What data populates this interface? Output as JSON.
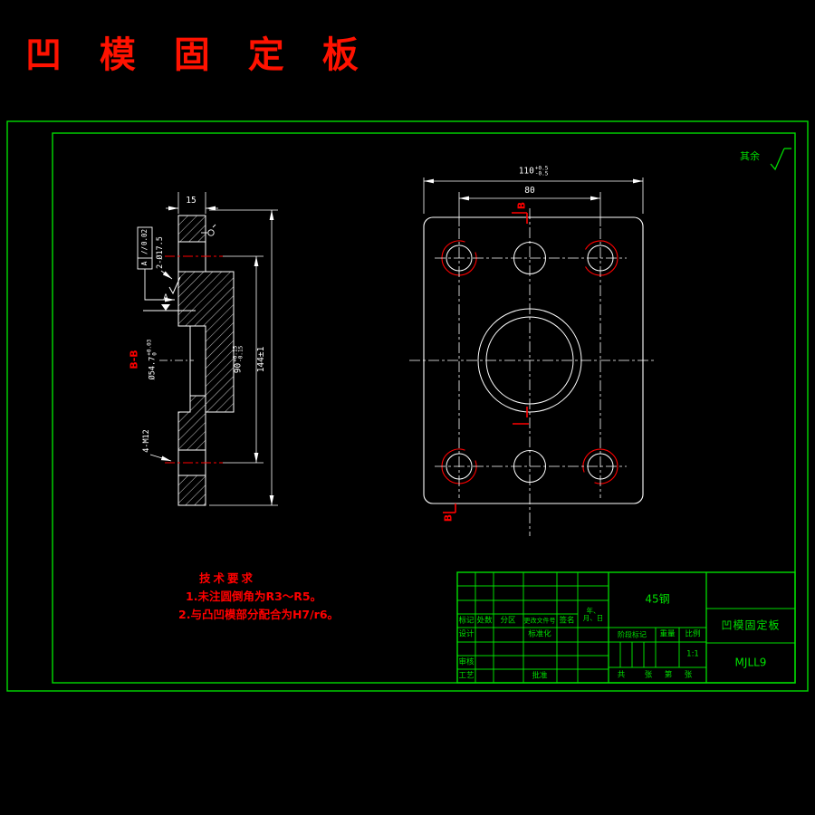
{
  "title": "凹 模 固 定 板",
  "colors": {
    "line_white": "#ffffff",
    "cad_green": "#00dd00",
    "cad_red": "#ff0000",
    "background": "#000000"
  },
  "notes": {
    "surface_prefix": "其余"
  },
  "section": {
    "label": "B-B",
    "thickness": "15",
    "par_symbol": "//",
    "par_value": "0.02",
    "par_datum": "A",
    "holes_top": "2-Ø17.5",
    "datum": "A",
    "bore": "Ø54.7",
    "bore_tol_up": "+0.03",
    "bore_tol_dn": "0",
    "height": "90",
    "height_tol_up": "+0.15",
    "height_tol_dn": "-0.15",
    "total_height": "144±1",
    "holes_bottom": "4-M12"
  },
  "plate": {
    "width": "110",
    "width_tol_up": "+0.5",
    "width_tol_dn": "-0.5",
    "hole_span": "80",
    "section_mark": "B"
  },
  "tech": {
    "heading": "技术要求",
    "item1": "1.未注圆倒角为R3～R5。",
    "item2": "2.与凸凹模部分配合为H7/r6。"
  },
  "tb": {
    "material": "45钢",
    "part": "凹模固定板",
    "no": "MJLL9",
    "scale_val": "1:1",
    "h_mark": "标记",
    "h_count": "处数",
    "h_zone": "分区",
    "h_doc": "更改文件号",
    "h_sign": "签名",
    "h_date": "年、月、日",
    "r_design": "设计",
    "r_std": "标准化",
    "r_check": "审核",
    "r_proc": "工艺",
    "r_appr": "批准",
    "l_stage": "阶段标记",
    "l_weight": "重量",
    "l_scale": "比例",
    "s_total": "共",
    "s_sheet1": "张",
    "s_of": "第",
    "s_sheet2": "张"
  }
}
